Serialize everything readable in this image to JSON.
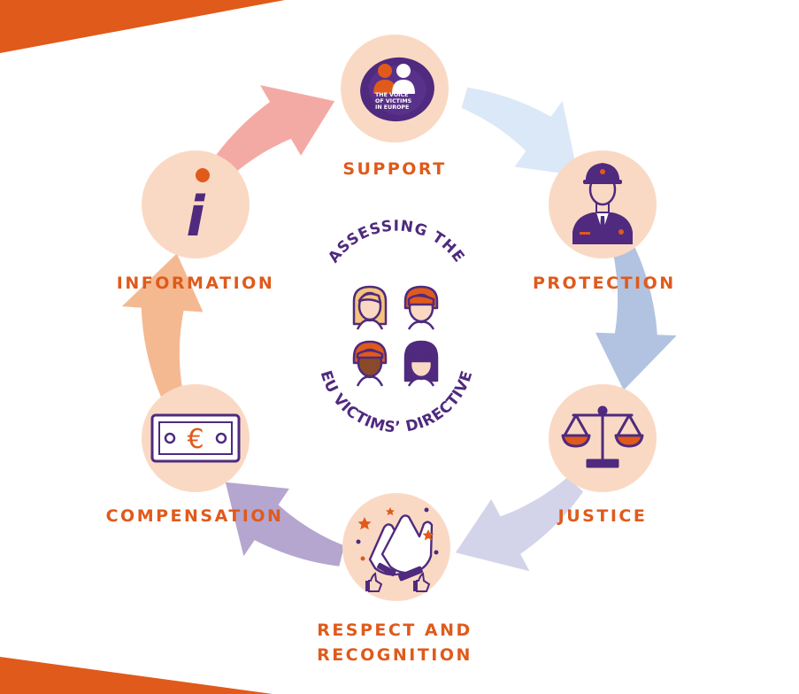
{
  "colors": {
    "orange": "#e05a1b",
    "purple": "#4f2a7e",
    "circle_fill": "#fad9c4",
    "arrow_support_protection": "#dbe8f7",
    "arrow_protection_justice": "#b2c3e1",
    "arrow_justice_respect": "#d3d3e9",
    "arrow_respect_compensation": "#b5a6cf",
    "arrow_compensation_information": "#f5b991",
    "arrow_information_support": "#f4aaa4"
  },
  "center": {
    "top_text": "ASSESSING THE",
    "bottom_text": "EU VICTIMS’ DIRECTIVE",
    "icon": "four-people-faces-icon"
  },
  "logo": {
    "line1": "THE VOICE",
    "line2": "OF VICTIMS",
    "line3": "IN EUROPE"
  },
  "nodes": {
    "support": {
      "label": "SUPPORT",
      "icon": "victim-support-europe-logo"
    },
    "protection": {
      "label": "PROTECTION",
      "icon": "police-officer-icon"
    },
    "justice": {
      "label": "JUSTICE",
      "icon": "scales-of-justice-icon"
    },
    "respect": {
      "label_line1": "RESPECT AND",
      "label_line2": "RECOGNITION",
      "icon": "clapping-hands-icon"
    },
    "compensation": {
      "label": "COMPENSATION",
      "icon": "euro-banknote-icon",
      "symbol": "€"
    },
    "information": {
      "label": "INFORMATION",
      "icon": "information-i-icon",
      "symbol": "i"
    }
  }
}
